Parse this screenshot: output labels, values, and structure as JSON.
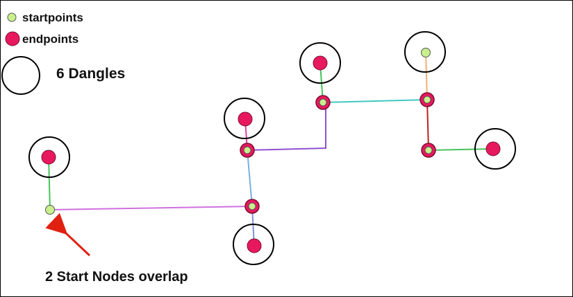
{
  "legend": {
    "startpoints_label": "startpoints",
    "endpoints_label": "endpoints",
    "dangles_label": "6 Dangles"
  },
  "annotation": {
    "text": "2 Start Nodes overlap"
  },
  "colors": {
    "startpoint_fill": "#c8f08c",
    "endpoint_fill": "#e8185f",
    "node_outline": "#7a1030",
    "arrow": "#e02010",
    "edge_green": "#44c45a",
    "edge_magenta": "#d070e0",
    "edge_lightblue": "#7ab0e0",
    "edge_blueviolet": "#8090d8",
    "edge_pink": "#e040a0",
    "edge_purple": "#9050d0",
    "edge_teal": "#40c8c0",
    "edge_orange": "#f0b070",
    "edge_red": "#c02020"
  }
}
